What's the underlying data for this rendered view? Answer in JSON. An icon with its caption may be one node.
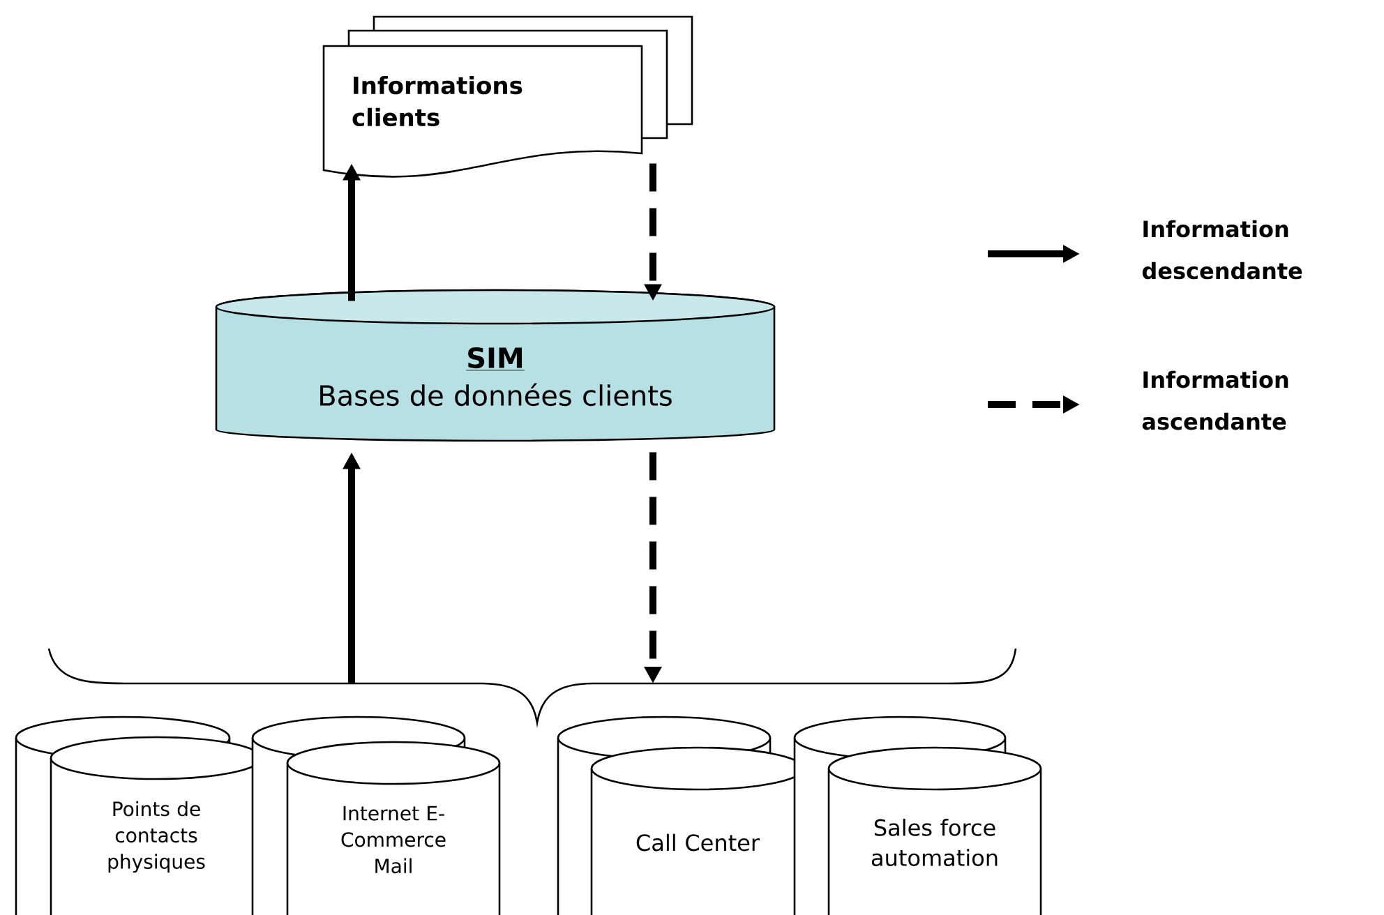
{
  "diagram": {
    "nodes": [
      {
        "text": [
          "Informations clients"
        ]
      },
      {
        "text": [
          "SIM",
          "Bases de données clients"
        ]
      },
      {
        "text": [],
        "shape": "cylinder"
      },
      {
        "text": [
          "Points de contacts physiques"
        ]
      },
      {
        "text": [],
        "shape": "cylinder"
      },
      {
        "text": [
          "Internet E-Commerce Mail"
        ]
      },
      {
        "text": [],
        "shape": "cylinder"
      },
      {
        "text": [
          "Call Center"
        ]
      },
      {
        "text": [],
        "shape": "cylinder"
      },
      {
        "text": [
          "Sales force automation"
        ]
      }
    ],
    "edges": [
      {
        "from": 1,
        "to": 0,
        "arrow": "to"
      },
      {
        "from": 0,
        "to": 1,
        "arrow": "to",
        "style": "dashed"
      },
      {
        "from": null,
        "to": 1,
        "arrow": "to"
      },
      {
        "from": 1,
        "to": null,
        "arrow": "to",
        "style": "dashed"
      }
    ],
    "legend": [
      {
        "text": "Information descendante"
      },
      {
        "text": "Information ascendante"
      }
    ]
  }
}
